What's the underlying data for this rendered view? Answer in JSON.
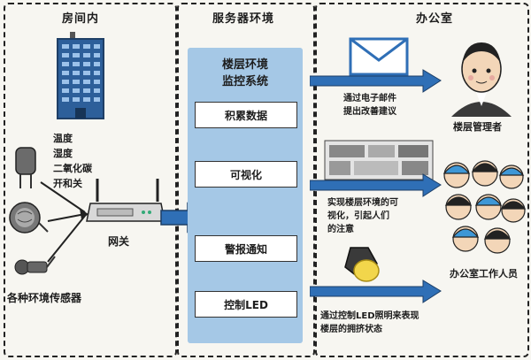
{
  "zones": {
    "room": "房间内",
    "server": "服务器环境",
    "office": "办公室"
  },
  "room": {
    "sensor_list": [
      "温度",
      "湿度",
      "二氧化碳",
      "开和关"
    ],
    "gateway_label": "网关",
    "sensors_label": "各种环境传感器"
  },
  "server": {
    "system_title": [
      "楼层环境",
      "监控系统"
    ],
    "functions": [
      "积累数据",
      "可视化",
      "警报通知",
      "控制LED"
    ]
  },
  "office": {
    "email_note": [
      "通过电子邮件",
      "提出改善建议"
    ],
    "manager_label": "楼层管理者",
    "visual_note": [
      "实现楼层环境的可",
      "视化，引起人们",
      "的注意"
    ],
    "staff_label": "办公室工作人员",
    "led_note": [
      "通过控制LED照明来表现",
      "楼层的拥挤状态"
    ]
  },
  "colors": {
    "panel": "#a5c8e6",
    "arrow": "#2f6fb6",
    "building": "#2d5f9a"
  }
}
